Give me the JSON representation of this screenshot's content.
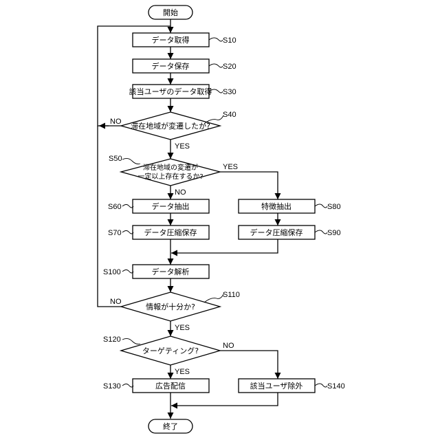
{
  "terminals": {
    "start": "開始",
    "end": "終了"
  },
  "processes": {
    "s10": "データ取得",
    "s20": "データ保存",
    "s30": "該当ユーザのデータ取得",
    "s60": "データ抽出",
    "s70": "データ圧縮保存",
    "s80": "特徴抽出",
    "s90": "データ圧縮保存",
    "s100": "データ解析",
    "s130": "広告配信",
    "s140": "該当ユーザ除外"
  },
  "decisions": {
    "s40": "滞在地域が変遷したか?",
    "s50_line1": "滞在地域の変遷が",
    "s50_line2": "一定以上存在するか?",
    "s110": "情報が十分か?",
    "s120": "ターゲティング?"
  },
  "step_labels": {
    "s10": "S10",
    "s20": "S20",
    "s30": "S30",
    "s40": "S40",
    "s50": "S50",
    "s60": "S60",
    "s70": "S70",
    "s80": "S80",
    "s90": "S90",
    "s100": "S100",
    "s110": "S110",
    "s120": "S120",
    "s130": "S130",
    "s140": "S140"
  },
  "branch_labels": {
    "s40_no": "NO",
    "s40_yes": "YES",
    "s50_yes": "YES",
    "s50_no": "NO",
    "s110_no": "NO",
    "s110_yes": "YES",
    "s120_no": "NO",
    "s120_yes": "YES"
  }
}
